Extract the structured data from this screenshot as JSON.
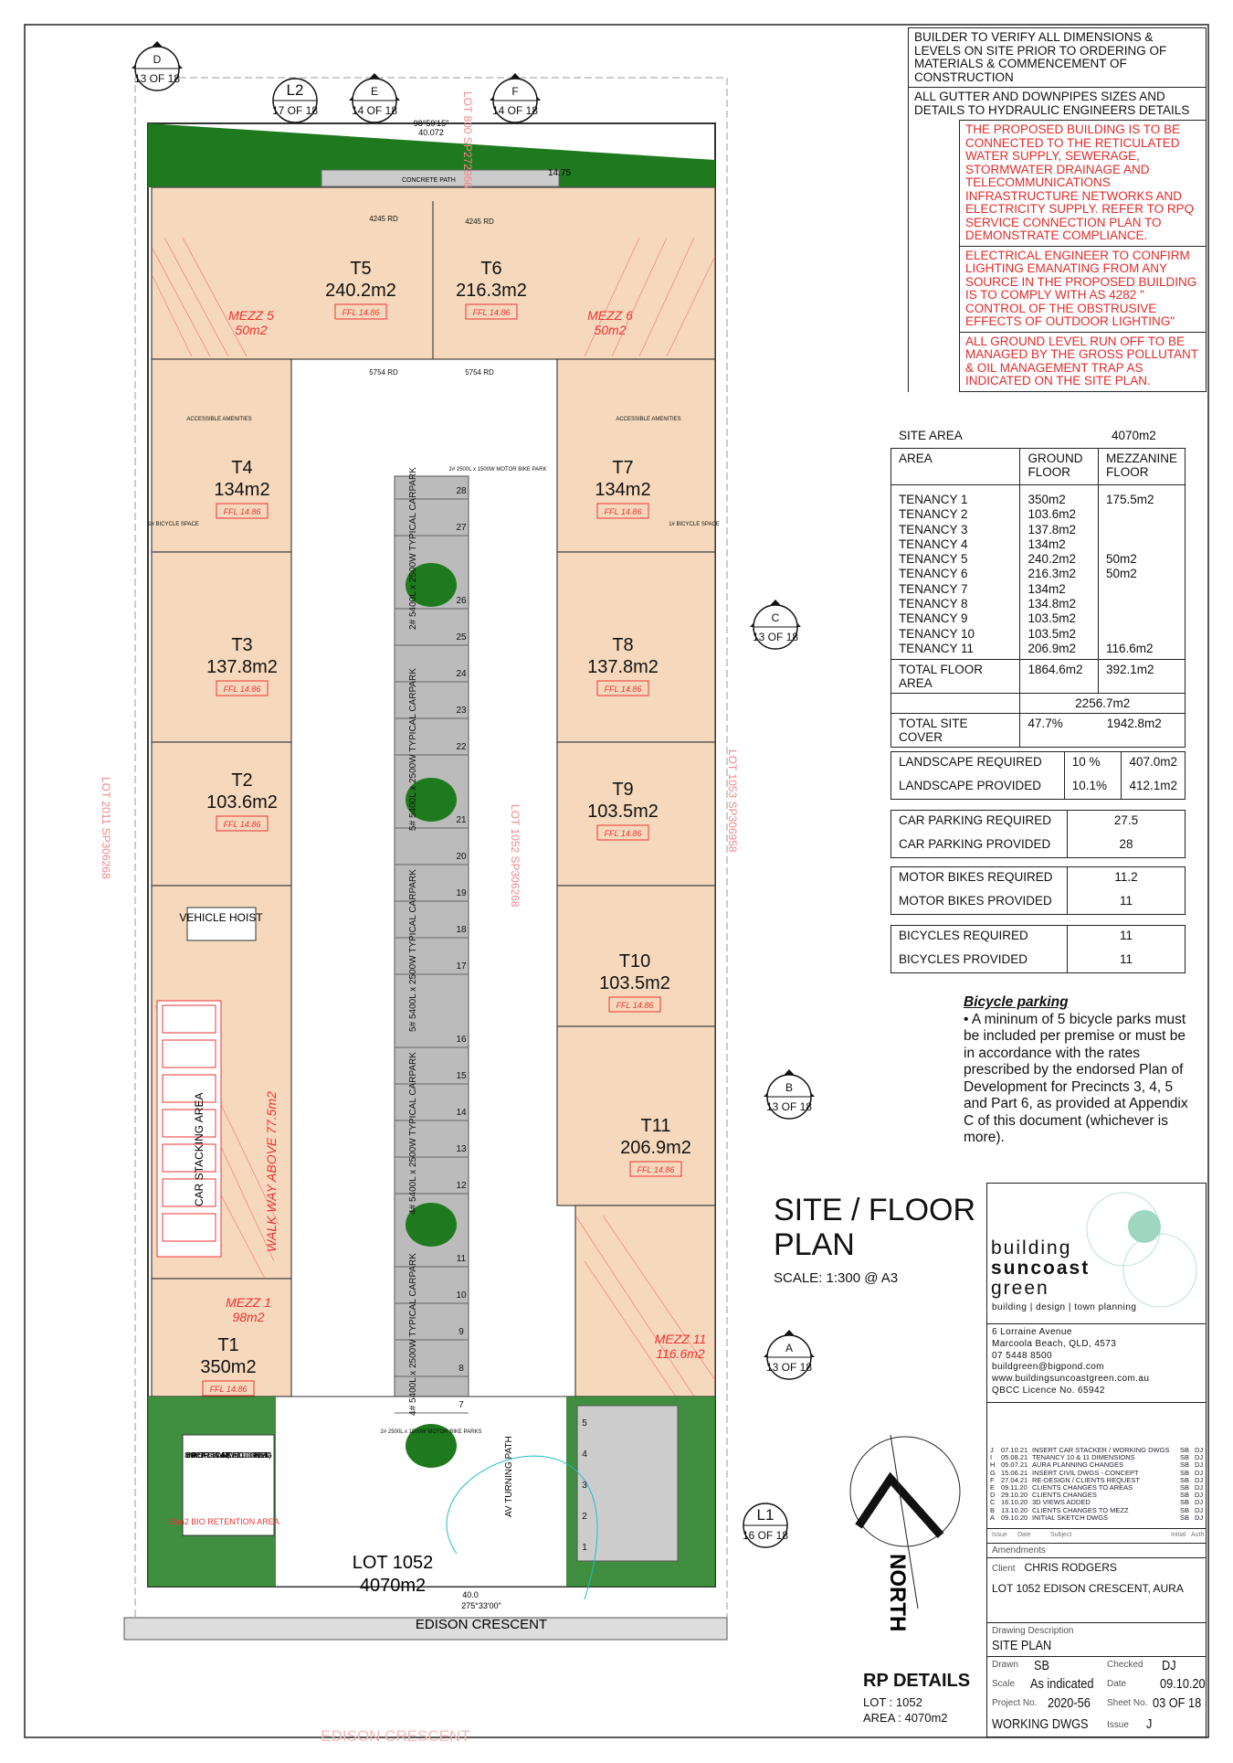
{
  "notes": {
    "builder": "BUILDER TO VERIFY ALL DIMENSIONS & LEVELS ON SITE PRIOR TO ORDERING OF MATERIALS & COMMENCEMENT OF CONSTRUCTION",
    "gutter": "ALL GUTTER AND DOWNPIPES SIZES AND DETAILS TO HYDRAULIC ENGINEERS DETAILS",
    "red": [
      "THE PROPOSED BUILDING IS TO BE CONNECTED TO THE RETICULATED WATER SUPPLY, SEWERAGE, STORMWATER DRAINAGE AND TELECOMMUNICATIONS INFRASTRUCTURE NETWORKS AND ELECTRICITY SUPPLY. REFER TO RPQ SERVICE CONNECTION PLAN TO DEMONSTRATE COMPLIANCE.",
      "ELECTRICAL ENGINEER TO CONFIRM LIGHTING EMANATING FROM ANY SOURCE IN THE PROPOSED BUILDING IS TO COMPLY WITH AS 4282 \" CONTROL OF THE OBSTRUSIVE EFFECTS OF OUTDOOR LIGHTING\"",
      "ALL GROUND LEVEL RUN OFF TO BE MANAGED BY THE GROSS POLLUTANT & OIL MANAGEMENT TRAP AS INDICATED ON THE SITE PLAN."
    ]
  },
  "site_area": {
    "label": "SITE AREA",
    "value": "4070m2",
    "headers": [
      "AREA",
      "GROUND FLOOR",
      "MEZZANINE FLOOR"
    ],
    "rows": [
      [
        "TENANCY 1",
        "350m2",
        "175.5m2"
      ],
      [
        "TENANCY 2",
        "103.6m2",
        ""
      ],
      [
        "TENANCY 3",
        "137.8m2",
        ""
      ],
      [
        "TENANCY 4",
        "134m2",
        ""
      ],
      [
        "TENANCY 5",
        "240.2m2",
        "50m2"
      ],
      [
        "TENANCY 6",
        "216.3m2",
        "50m2"
      ],
      [
        "TENANCY 7",
        "134m2",
        ""
      ],
      [
        "TENANCY 8",
        "134.8m2",
        ""
      ],
      [
        "TENANCY 9",
        "103.5m2",
        ""
      ],
      [
        "TENANCY 10",
        "103.5m2",
        ""
      ],
      [
        "TENANCY 11",
        "206.9m2",
        "116.6m2"
      ]
    ],
    "total_label": "TOTAL FLOOR AREA",
    "total_ground": "1864.6m2",
    "total_mezz": "392.1m2",
    "grand_total": "2256.7m2",
    "cover_label": "TOTAL SITE COVER",
    "cover_pct": "47.7%",
    "cover_area": "1942.8m2"
  },
  "requirements": [
    [
      [
        "LANDSCAPE REQUIRED",
        "10 %",
        "407.0m2"
      ],
      [
        "LANDSCAPE PROVIDED",
        "10.1%",
        "412.1m2"
      ]
    ],
    [
      [
        "CAR PARKING REQUIRED",
        "27.5"
      ],
      [
        "CAR PARKING PROVIDED",
        "28"
      ]
    ],
    [
      [
        "MOTOR BIKES REQUIRED",
        "11.2"
      ],
      [
        "MOTOR BIKES PROVIDED",
        "11"
      ]
    ],
    [
      [
        "BICYCLES  REQUIRED",
        "11"
      ],
      [
        "BICYCLES PROVIDED",
        "11"
      ]
    ]
  ],
  "bicycle": {
    "heading": "Bicycle parking",
    "text": "• A mininum of 5 bicycle parks must be included per premise or must be in accordance with the rates prescribed by the endorsed Plan of Development for Precincts 3, 4, 5 and Part 6, as provided at Appendix C of this document (whichever is more)."
  },
  "title": {
    "main": "SITE / FLOOR PLAN",
    "scale": "SCALE: 1:300 @ A3",
    "north": "NORTH",
    "rp_heading": "RP DETAILS",
    "rp_lot": "LOT :  1052",
    "rp_area": "AREA  : 4070m2"
  },
  "company": {
    "logo_text": [
      "building",
      "suncoast",
      "green"
    ],
    "tagline": "building | design | town planning",
    "address": [
      "6 Lorraine Avenue",
      "Marcoola Beach, QLD, 4573",
      "07 5448 8500",
      "buildgreen@bigpond.com",
      "www.buildingsuncoastgreen.com.au",
      "QBCC Licence No. 65942"
    ],
    "brand_color": "#9fd6c0"
  },
  "amendments": {
    "rows": [
      [
        "J",
        "07.10.21",
        "INSERT CAR STACKER / WORKING DWGS",
        "SB",
        "DJ"
      ],
      [
        "I",
        "05.08.21",
        "TENANCY 10 & 11 DIMENSIONS",
        "SB",
        "DJ"
      ],
      [
        "H",
        "05.07.21",
        "AURA PLANNING CHANGES",
        "SB",
        "DJ"
      ],
      [
        "G",
        "15.06.21",
        "INSERT CIVIL DWGS - CONCEPT",
        "SB",
        "DJ"
      ],
      [
        "F",
        "27.04.21",
        "RE-DESIGN / CLIENTS REQUEST",
        "SB",
        "DJ"
      ],
      [
        "E",
        "09.11.20",
        "CLIENTS CHANGES TO AREAS",
        "SB",
        "DJ"
      ],
      [
        "D",
        "29.10.20",
        "CLIENTS CHANGES",
        "SB",
        "DJ"
      ],
      [
        "C",
        "16.10.20",
        "3D VIEWS ADDED",
        "SB",
        "DJ"
      ],
      [
        "B",
        "13.10.20",
        "CLIENTS CHANGES TO MEZZ",
        "SB",
        "DJ"
      ],
      [
        "A",
        "09.10.20",
        "INITIAL SKETCH DWGS",
        "SB",
        "DJ"
      ]
    ],
    "headers": [
      "Issue",
      "Date",
      "Subject",
      "Initial",
      "Auth"
    ],
    "label": "Amendments"
  },
  "client": {
    "label": "Client",
    "name": "CHRIS RODGERS",
    "site": "LOT 1052 EDISON CRESCENT, AURA"
  },
  "drawing": {
    "desc_label": "Drawing Description",
    "desc": "SITE PLAN",
    "drawn_label": "Drawn",
    "drawn": "SB",
    "checked_label": "Checked",
    "checked": "DJ",
    "scale_label": "Scale",
    "scale": "As indicated",
    "date_label": "Date",
    "date": "09.10.20",
    "project_label": "Project No.",
    "project": "2020-56",
    "sheet_label": "Sheet No.",
    "sheet": "03 OF 18",
    "stage": "WORKING DWGS",
    "issue_label": "Issue",
    "issue": "J"
  },
  "plan": {
    "tenancies": [
      {
        "id": "T5",
        "area": "240.2m2",
        "ffl": "FFL 14.86"
      },
      {
        "id": "T6",
        "area": "216.3m2",
        "ffl": "FFL 14.86"
      },
      {
        "id": "T4",
        "area": "134m2",
        "ffl": "FFL 14.86"
      },
      {
        "id": "T7",
        "area": "134m2",
        "ffl": "FFL 14.86"
      },
      {
        "id": "T3",
        "area": "137.8m2",
        "ffl": "FFL 14.86"
      },
      {
        "id": "T8",
        "area": "137.8m2",
        "ffl": "FFL 14.86"
      },
      {
        "id": "T2",
        "area": "103.6m2",
        "ffl": "FFL 14.86"
      },
      {
        "id": "T9",
        "area": "103.5m2",
        "ffl": "FFL 14.86"
      },
      {
        "id": "T10",
        "area": "103.5m2",
        "ffl": "FFL 14.86"
      },
      {
        "id": "T11",
        "area": "206.9m2",
        "ffl": "FFL 14.86"
      },
      {
        "id": "T1",
        "area": "350m2",
        "ffl": "FFL 14.86"
      }
    ],
    "mezz": [
      {
        "label": "MEZZ 5",
        "area": "50m2"
      },
      {
        "label": "MEZZ 6",
        "area": "50m2"
      },
      {
        "label": "MEZZ 1",
        "area": "98m2"
      },
      {
        "label": "MEZZ 11",
        "area": "116.6m2"
      }
    ],
    "lot": "LOT 1052",
    "lot_area": "4070m2",
    "street": "EDISON CRESCENT",
    "street_faded": "EDISON CRESCENT",
    "vehicle_hoist": "VEHICLE HOIST",
    "car_stacking": "CAR STACKING AREA",
    "walkway": "WALK WAY ABOVE 77.5m2",
    "concrete_path": "CONCRETE PATH",
    "turning": "AV TURNING PATH",
    "bearing_top": "98°59'15\"",
    "dim_top": "40.072",
    "dim_top2": "14.75",
    "bearing_bottom": "275°33'00\"",
    "dim_bottom": "40.0",
    "bio": "55m2 BIO RETENTION AREA",
    "rec_area": "8x3m MIN PAVED STAFF RECREATIONAL AREA (COVERED OUTDOOR TABLE & SEATING)",
    "carpark_blocks": [
      "2# 5400L x 2500W TYPICAL CARPARK",
      "5# 5400L x 2500W TYPICAL CARPARK",
      "5# 5400L x 2500W TYPICAL CARPARK",
      "4# 5400L x 2500W TYPICAL CARPARK",
      "4# 5400L x 2500W TYPICAL CARPARK"
    ],
    "bay_numbers": [
      "28",
      "27",
      "26",
      "25",
      "24",
      "23",
      "22",
      "21",
      "20",
      "19",
      "18",
      "17",
      "16",
      "15",
      "14",
      "13",
      "12",
      "11",
      "10",
      "9",
      "8",
      "7"
    ],
    "right_bays": [
      "5",
      "4",
      "3",
      "2",
      "1"
    ],
    "motorbike_top": "2# 2500L x 1500W MOTOR BIKE PARK",
    "motorbike_bottom": "2# 2500L x 1500W MOTOR BIKE PARKS",
    "neighbours": [
      "LOT 800 SP272966",
      "LOT 2011 SP306268",
      "LOT 1053 SP306958",
      "LOT 1052 SP306268"
    ],
    "sections": [
      {
        "letter": "D",
        "sheet": "13 OF 18"
      },
      {
        "letter": "L2",
        "sheet": "17 OF 18"
      },
      {
        "letter": "E",
        "sheet": "14 OF 18"
      },
      {
        "letter": "F",
        "sheet": "14 OF 18"
      },
      {
        "letter": "C",
        "sheet": "13 OF 18"
      },
      {
        "letter": "B",
        "sheet": "13 OF 18"
      },
      {
        "letter": "A",
        "sheet": "13 OF 18"
      },
      {
        "letter": "L1",
        "sheet": "16 OF 18"
      }
    ],
    "rd": [
      "4245 RD",
      "4245 RD",
      "5754 RD",
      "5754 RD"
    ],
    "amenities": "ACCESSIBLE AMENITIES",
    "bicycle_space": "1# BICYCLE SPACE"
  }
}
